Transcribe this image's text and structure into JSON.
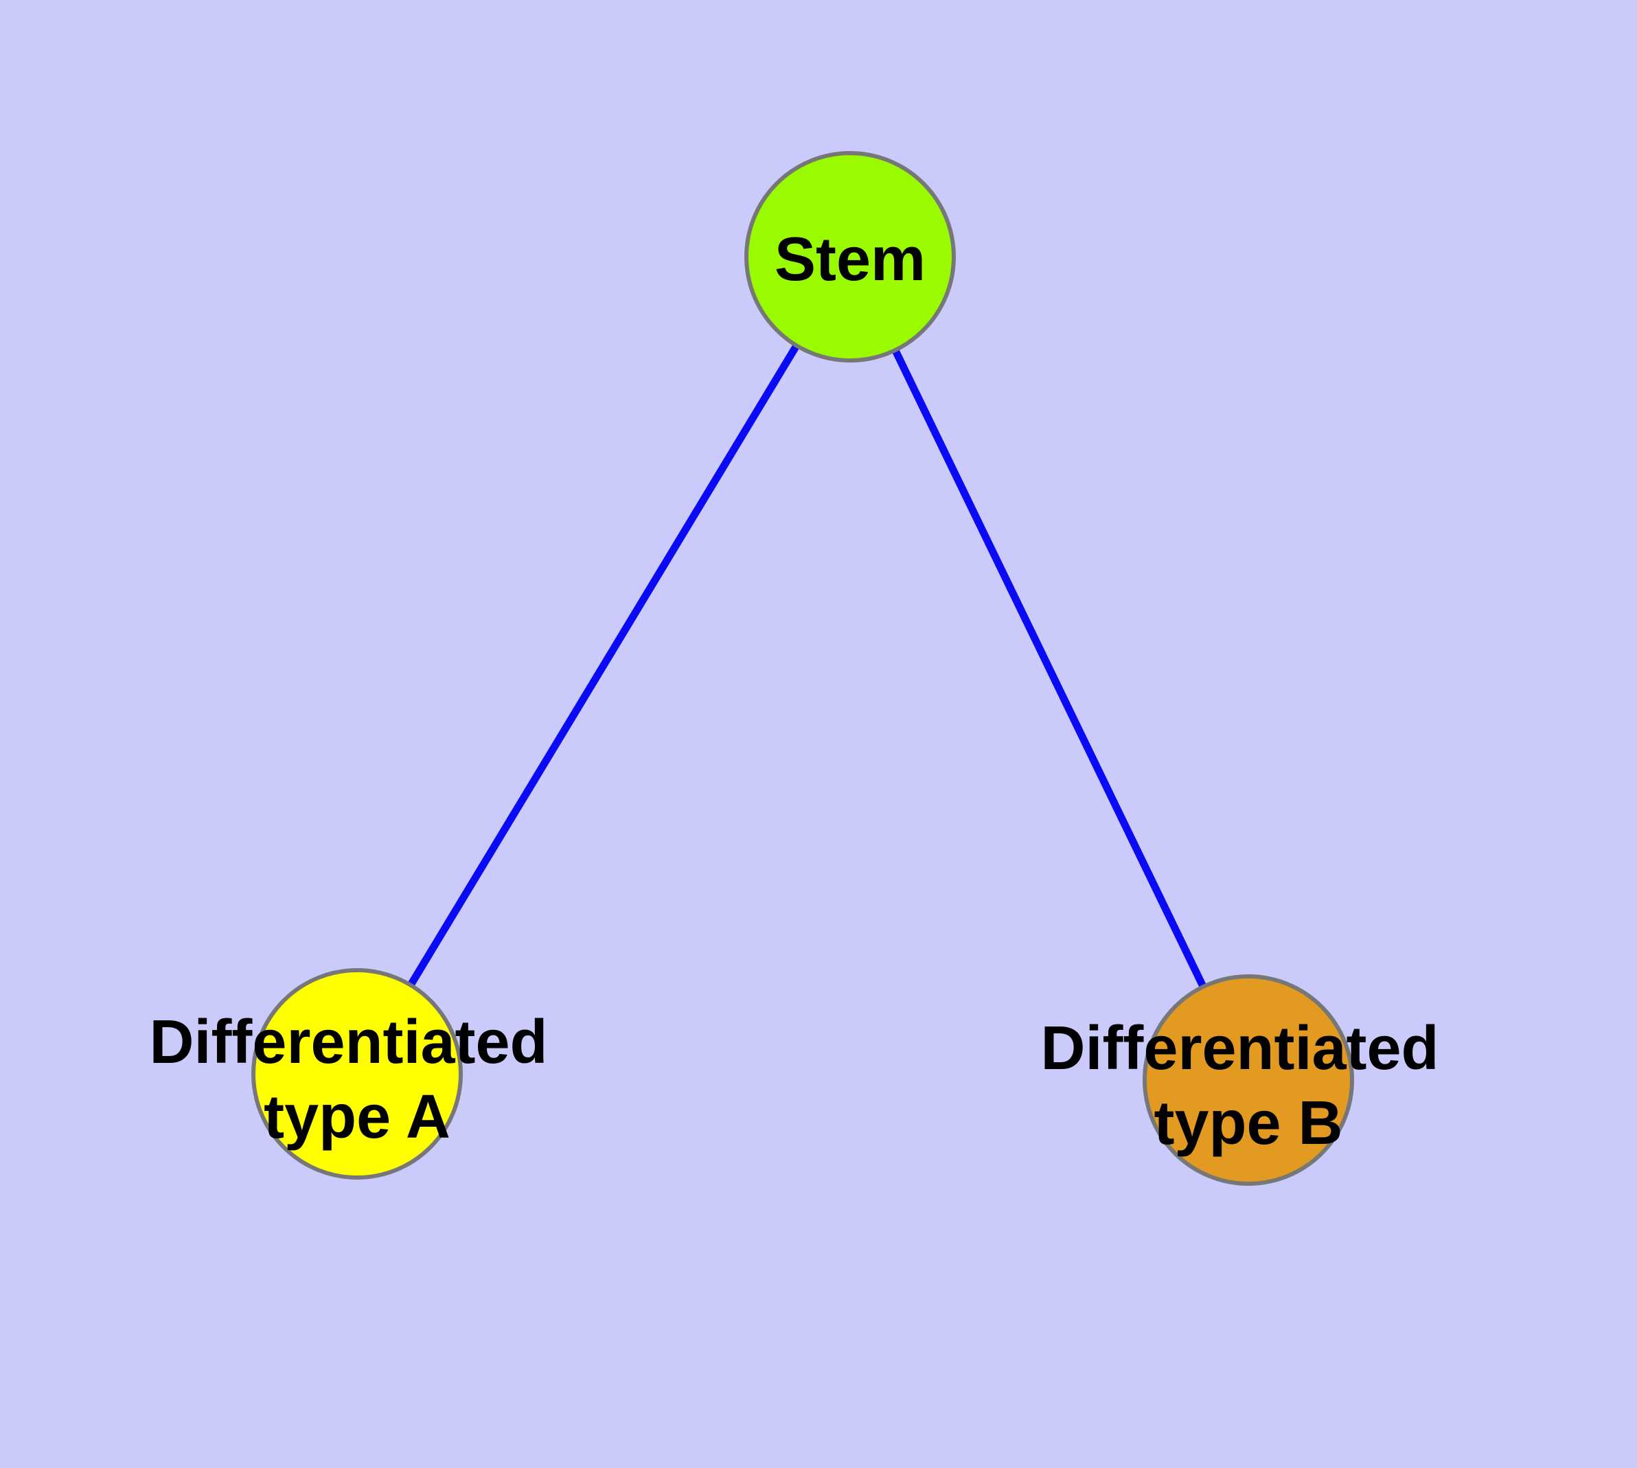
{
  "diagram": {
    "background_color": "#cacafb",
    "edge_color": "#0a0af6",
    "node_border_color": "#777777",
    "label_color": "#000000",
    "nodes": [
      {
        "id": "stem",
        "label": "Stem",
        "fill_color": "#9afb00"
      },
      {
        "id": "differentiated-type-a",
        "label_line1": "Differentiated",
        "label_line2": "type A",
        "fill_color": "#ffff00"
      },
      {
        "id": "differentiated-type-b",
        "label_line1": "Differentiated",
        "label_line2": "type B",
        "fill_color": "#e29a20"
      }
    ],
    "edges": [
      {
        "from": "Stem",
        "to": "Differentiated type A"
      },
      {
        "from": "Stem",
        "to": "Differentiated type B"
      }
    ]
  }
}
